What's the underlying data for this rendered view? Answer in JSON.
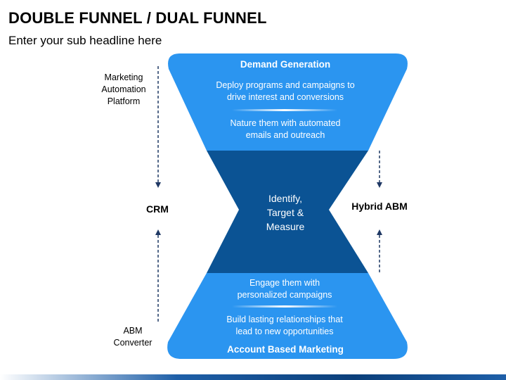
{
  "title": "DOUBLE FUNNEL / DUAL FUNNEL",
  "subtitle": "Enter your sub headline here",
  "colors": {
    "light_blue": "#2b95f0",
    "dark_blue": "#0b5394",
    "divider": "#ffffff"
  },
  "top_funnel": {
    "heading": "Demand Generation",
    "item1": "Deploy programs and campaigns to drive interest and conversions",
    "item2": "Nature them with automated emails and outreach"
  },
  "middle": {
    "text": "Identify, Target & Measure"
  },
  "bottom_funnel": {
    "item1": "Engage them with personalized campaigns",
    "item2": "Build lasting relationships that lead to new opportunities",
    "heading": "Account Based Marketing"
  },
  "left_labels": {
    "top": "Marketing Automation Platform",
    "middle": "CRM",
    "bottom": "ABM Converter"
  },
  "right_labels": {
    "middle": "Hybrid ABM"
  }
}
